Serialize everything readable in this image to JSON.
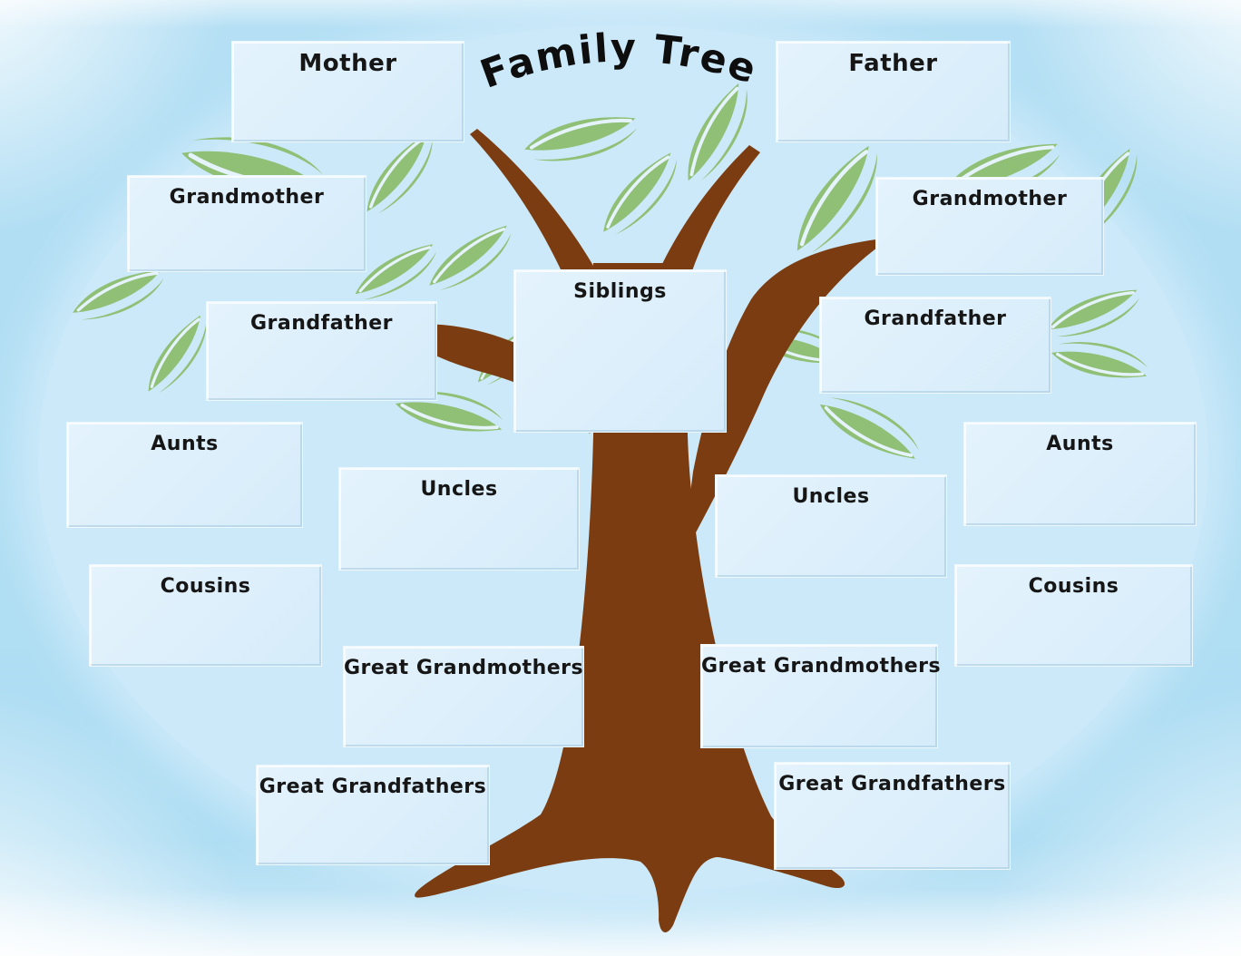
{
  "title": "Family Tree",
  "boxes": [
    {
      "id": "mother",
      "label": "Mother"
    },
    {
      "id": "father",
      "label": "Father"
    },
    {
      "id": "grandmother-left",
      "label": "Grandmother"
    },
    {
      "id": "grandmother-right",
      "label": "Grandmother"
    },
    {
      "id": "grandfather-left",
      "label": "Grandfather"
    },
    {
      "id": "grandfather-right",
      "label": "Grandfather"
    },
    {
      "id": "siblings",
      "label": "Siblings"
    },
    {
      "id": "aunts-left",
      "label": "Aunts"
    },
    {
      "id": "aunts-right",
      "label": "Aunts"
    },
    {
      "id": "uncles-left",
      "label": "Uncles"
    },
    {
      "id": "uncles-right",
      "label": "Uncles"
    },
    {
      "id": "cousins-left",
      "label": "Cousins"
    },
    {
      "id": "cousins-right",
      "label": "Cousins"
    },
    {
      "id": "great-grandmothers-left",
      "label": "Great Grandmothers"
    },
    {
      "id": "great-grandmothers-right",
      "label": "Great Grandmothers"
    },
    {
      "id": "great-grandfathers-left",
      "label": "Great Grandfathers"
    },
    {
      "id": "great-grandfathers-right",
      "label": "Great Grandfathers"
    }
  ],
  "colors": {
    "background_blue": "#b2def2",
    "oval_blue": "#cbe9f9",
    "box_blue": "#ddeffb",
    "trunk_brown": "#7a3c10",
    "leaf_green": "#90bf76",
    "text_black": "#141414"
  }
}
